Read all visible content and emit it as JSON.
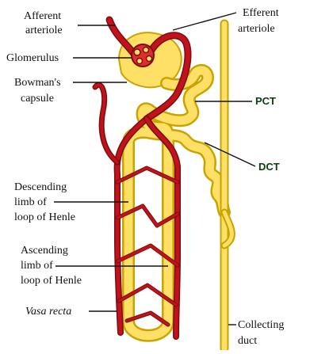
{
  "labels": {
    "afferent_arteriole": [
      "Afferent",
      "arteriole"
    ],
    "efferent_arteriole": [
      "Efferent",
      "arteriole"
    ],
    "glomerulus": "Glomerulus",
    "bowmans_capsule": [
      "Bowman's",
      "capsule"
    ],
    "pct": "PCT",
    "dct": "DCT",
    "descending_limb": [
      "Descending",
      "limb of",
      "loop of Henle"
    ],
    "ascending_limb": [
      "Ascending",
      "limb of",
      "loop of Henle"
    ],
    "vasa_recta": "Vasa recta",
    "collecting_duct": [
      "Collecting",
      "duct"
    ]
  },
  "colors": {
    "tubule": "#ffe066",
    "tubule_outline": "#c9a400",
    "vessel": "#c2121b",
    "vessel_outline": "#7a0d0d",
    "abbr_text": "#0b3d0b"
  }
}
